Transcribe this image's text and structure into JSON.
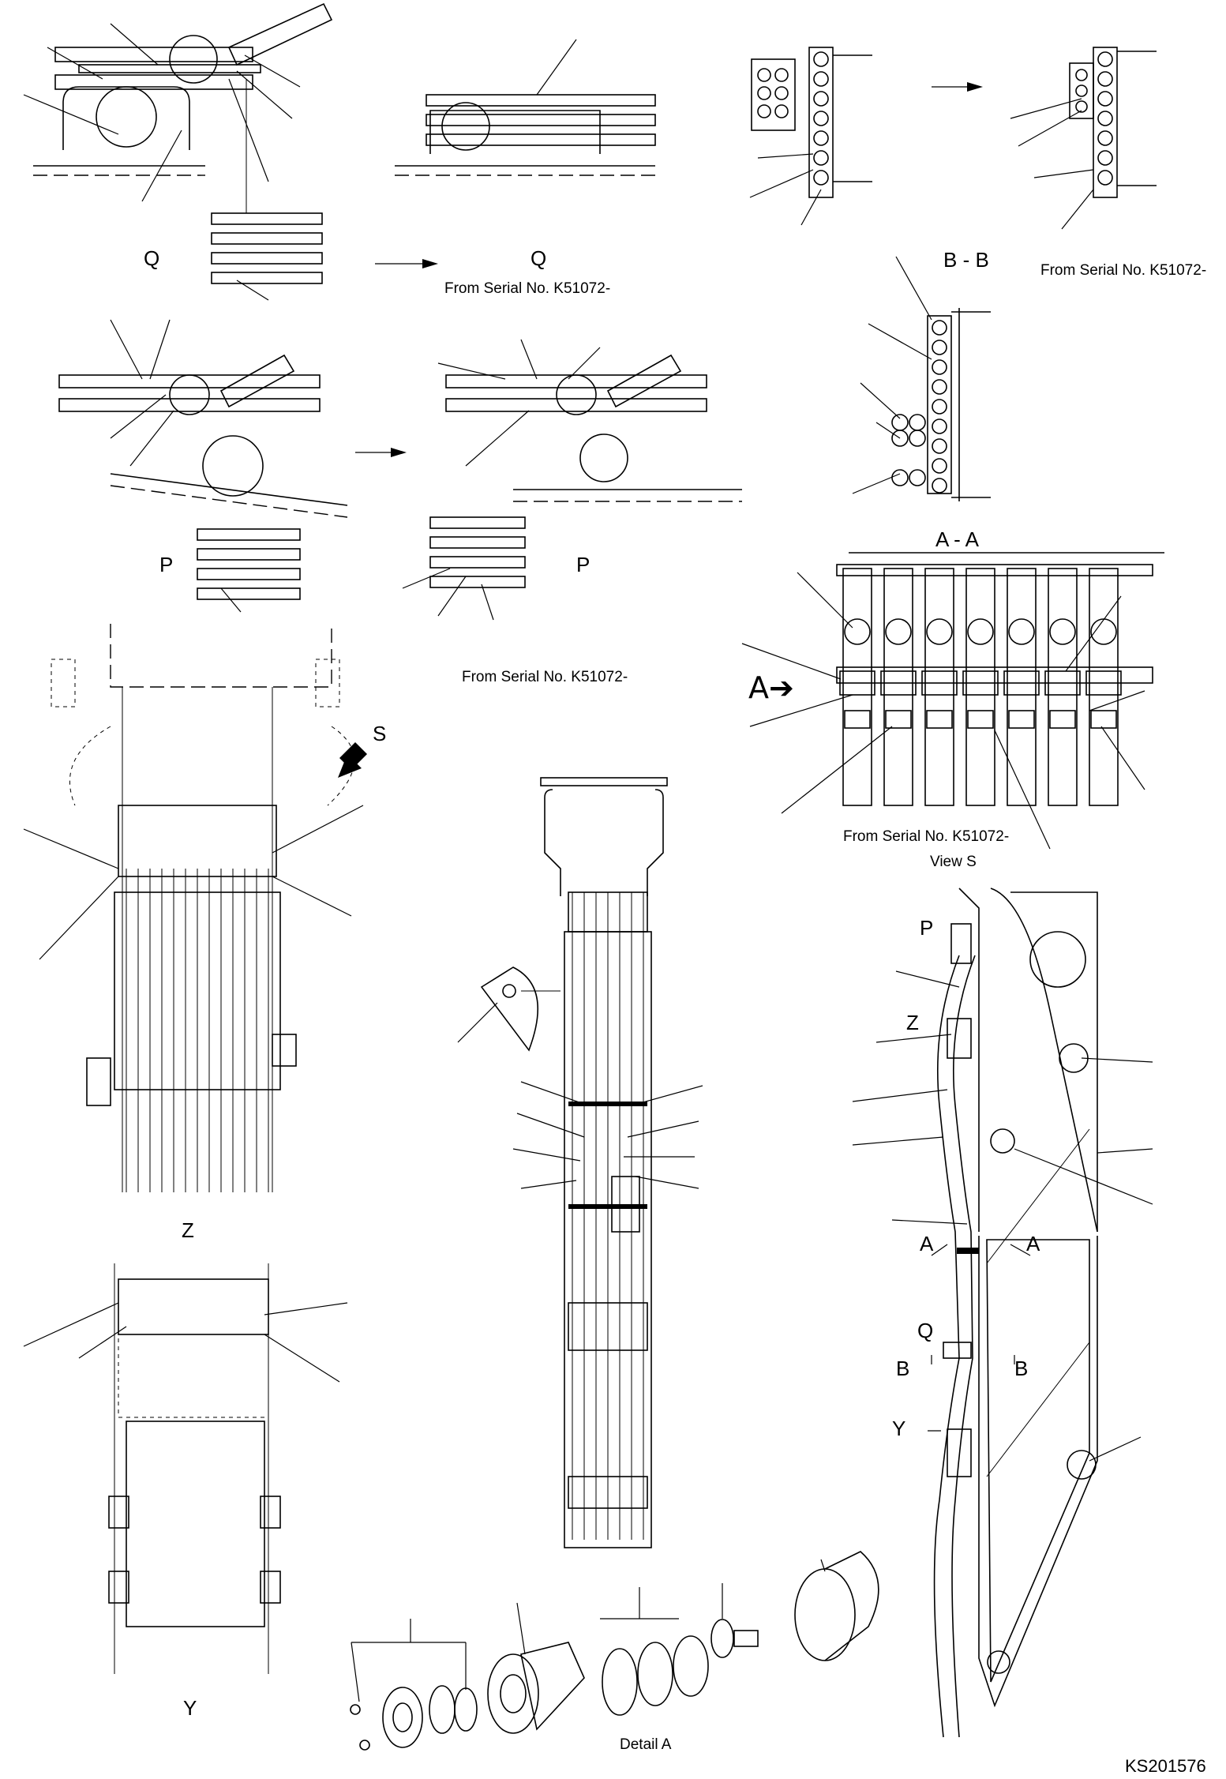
{
  "views": {
    "q_left": "Q",
    "q_right": "Q",
    "bb": "B - B",
    "p_left": "P",
    "p_right": "P",
    "aa": "A - A",
    "s_marker": "S",
    "a_marker": "A",
    "view_s": "View S",
    "z": "Z",
    "y": "Y",
    "detail_a": "Detail A",
    "boom_p": "P",
    "boom_z": "Z",
    "boom_a_left": "A",
    "boom_a_right": "A",
    "boom_q": "Q",
    "boom_b_left": "B",
    "boom_b_right": "B",
    "boom_y": "Y"
  },
  "notes": {
    "serial_q": "From Serial No. K51072-",
    "serial_bb": "From Serial No. K51072-",
    "serial_p": "From Serial No. K51072-",
    "serial_s": "From Serial No. K51072-"
  },
  "drawing_code": "KS201576"
}
